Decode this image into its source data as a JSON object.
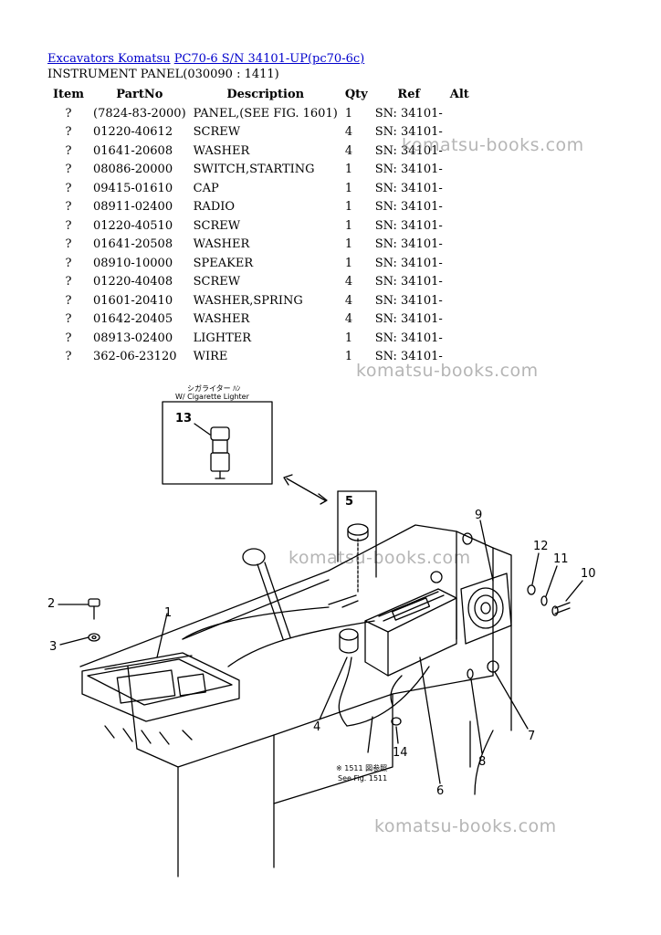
{
  "breadcrumb": {
    "link1": "Excavators Komatsu",
    "link2": "PC70-6 S/N 34101-UP(pc70-6c)"
  },
  "subtitle": "INSTRUMENT PANEL(030090 : 1411)",
  "table": {
    "headers": [
      "Item",
      "PartNo",
      "Description",
      "Qty",
      "Ref",
      "Alt"
    ],
    "rows": [
      [
        "?",
        "(7824-83-2000)",
        "PANEL,(SEE FIG. 1601)",
        "1",
        "SN: 34101-",
        ""
      ],
      [
        "?",
        "01220-40612",
        "SCREW",
        "4",
        "SN: 34101-",
        ""
      ],
      [
        "?",
        "01641-20608",
        "WASHER",
        "4",
        "SN: 34101-",
        ""
      ],
      [
        "?",
        "08086-20000",
        "SWITCH,STARTING",
        "1",
        "SN: 34101-",
        ""
      ],
      [
        "?",
        "09415-01610",
        "CAP",
        "1",
        "SN: 34101-",
        ""
      ],
      [
        "?",
        "08911-02400",
        "RADIO",
        "1",
        "SN: 34101-",
        ""
      ],
      [
        "?",
        "01220-40510",
        "SCREW",
        "1",
        "SN: 34101-",
        ""
      ],
      [
        "?",
        "01641-20508",
        "WASHER",
        "1",
        "SN: 34101-",
        ""
      ],
      [
        "?",
        "08910-10000",
        "SPEAKER",
        "1",
        "SN: 34101-",
        ""
      ],
      [
        "?",
        "01220-40408",
        "SCREW",
        "4",
        "SN: 34101-",
        ""
      ],
      [
        "?",
        "01601-20410",
        "WASHER,SPRING",
        "4",
        "SN: 34101-",
        ""
      ],
      [
        "?",
        "01642-20405",
        "WASHER",
        "4",
        "SN: 34101-",
        ""
      ],
      [
        "?",
        "08913-02400",
        "LIGHTER",
        "1",
        "SN: 34101-",
        ""
      ],
      [
        "?",
        "362-06-23120",
        "WIRE",
        "1",
        "SN: 34101-",
        ""
      ]
    ]
  },
  "watermark": "komatsu-books.com",
  "diagram": {
    "callouts": [
      "1",
      "2",
      "3",
      "4",
      "5",
      "6",
      "7",
      "8",
      "9",
      "10",
      "11",
      "12",
      "13",
      "14"
    ],
    "inset_caption_jp": "シガライター ﾊﾝ",
    "inset_caption_en": "W/ Cigarette Lighter",
    "see_fig_1": "※ 1511 図参照",
    "see_fig_2": "See Fig. 1511"
  }
}
